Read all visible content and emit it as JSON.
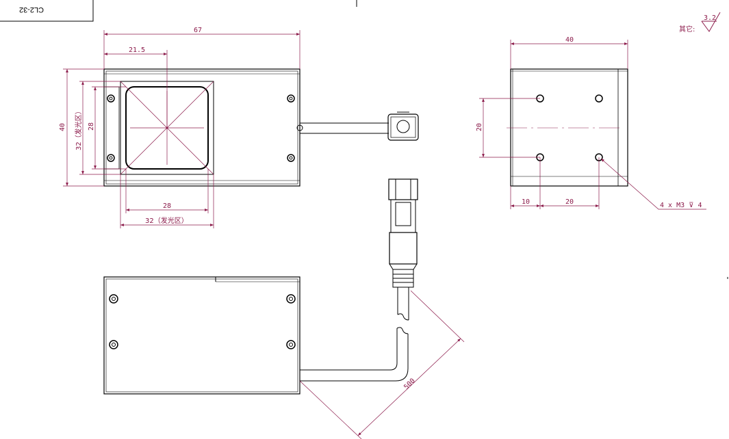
{
  "title_block": {
    "part_label": "CL2-32"
  },
  "roughness": {
    "prefix": "其它:",
    "value": "3.2"
  },
  "front_view": {
    "overall_length": "67",
    "center_offset": "21.5",
    "height": "40",
    "emit_height_label": "32（发光区）",
    "inner_height": "28",
    "inner_width": "28",
    "emit_width_label": "32（发光区）"
  },
  "side_view": {
    "width": "40",
    "hole_spacing_v": "20",
    "hole_offset": "10",
    "hole_spacing_h": "20",
    "hole_callout": "4 x  M3 ⊽ 4"
  },
  "cable": {
    "length": "500"
  },
  "colors": {
    "line": "#000000",
    "dimension": "#8b1a4a"
  }
}
